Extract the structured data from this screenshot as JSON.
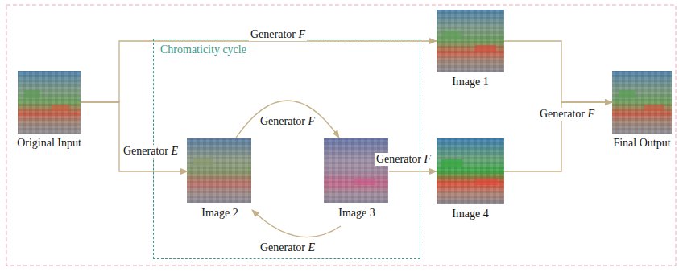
{
  "diagram": {
    "nodes": [
      {
        "text": [
          "Original Input"
        ]
      },
      {
        "text": [
          "Image 1"
        ]
      },
      {
        "text": [
          "Chromaticity cycle"
        ]
      },
      {
        "text": [
          "Image 2"
        ],
        "in": 2
      },
      {
        "text": [
          "Image 3"
        ],
        "in": 2
      },
      {
        "text": [
          "Image 4"
        ]
      },
      {
        "text": [
          "Final Output"
        ]
      }
    ],
    "edges": [
      {
        "from": 0,
        "to": 1,
        "label": "Generator F",
        "arrow": "to"
      },
      {
        "from": 0,
        "to": 3,
        "label": "Generator E",
        "arrow": "to"
      },
      {
        "from": 3,
        "to": 4,
        "label": "Generator F",
        "arrow": "to"
      },
      {
        "from": 4,
        "to": 3,
        "label": "Generator E",
        "arrow": "to"
      },
      {
        "from": 4,
        "to": 5,
        "label": "Generator F",
        "arrow": "to"
      },
      {
        "from": 1,
        "to": 6,
        "label": "Generator F",
        "arrow": "to"
      },
      {
        "from": 5,
        "to": 6,
        "arrow": "to"
      }
    ]
  }
}
